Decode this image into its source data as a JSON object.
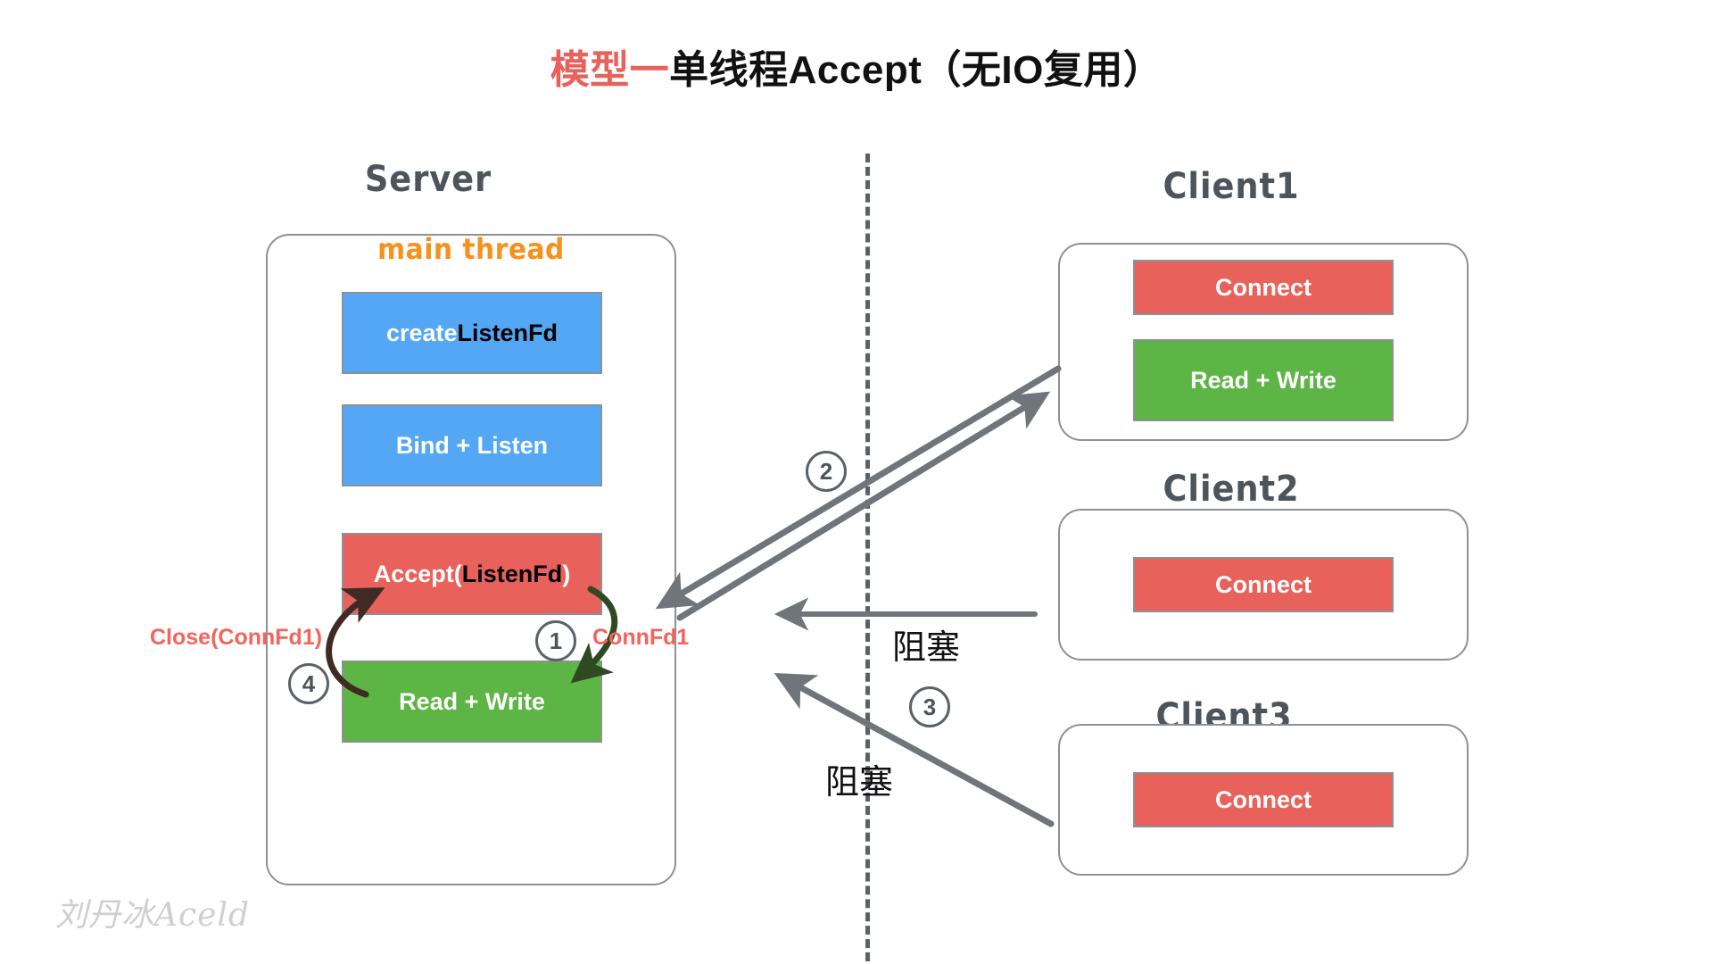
{
  "title": {
    "highlight": "模型一",
    "rest": "单线程Accept（无IO复用）"
  },
  "server": {
    "heading": "Server",
    "thread_label": "main thread",
    "steps": [
      {
        "prefix": "create ",
        "emphasis": "ListenFd",
        "suffix": "",
        "color": "blue"
      },
      {
        "prefix": "Bind + Listen",
        "emphasis": "",
        "suffix": "",
        "color": "blue"
      },
      {
        "prefix": "Accept(",
        "emphasis": "ListenFd",
        "suffix": ")",
        "color": "red"
      },
      {
        "prefix": "Read + Write",
        "emphasis": "",
        "suffix": "",
        "color": "green"
      }
    ],
    "close_label": "Close(ConnFd1)",
    "connfd_label": "ConnFd1"
  },
  "clients": [
    {
      "heading": "Client1",
      "boxes": [
        {
          "label": "Connect",
          "color": "red"
        },
        {
          "label": "Read + Write",
          "color": "green"
        }
      ]
    },
    {
      "heading": "Client2",
      "boxes": [
        {
          "label": "Connect",
          "color": "red"
        }
      ]
    },
    {
      "heading": "Client3",
      "boxes": [
        {
          "label": "Connect",
          "color": "red"
        }
      ]
    }
  ],
  "steps": {
    "s1": "1",
    "s2": "2",
    "s3": "3",
    "s4": "4"
  },
  "blocked_labels": {
    "upper": "阻塞",
    "lower": "阻塞"
  },
  "watermark": "刘丹冰Aceld",
  "colors": {
    "title_highlight": "#e8615a",
    "blue": "#54a7f5",
    "red": "#e8615a",
    "green": "#5cb544",
    "orange": "#f5921e",
    "outline": "#8c9196",
    "arrow_gray": "#6f757a",
    "arrow_dark": "#3f2b23",
    "arrow_green_dark": "#2f4a22",
    "red_text": "#f4645c",
    "heading": "#4d545c",
    "watermark": "#cfcfcf"
  }
}
